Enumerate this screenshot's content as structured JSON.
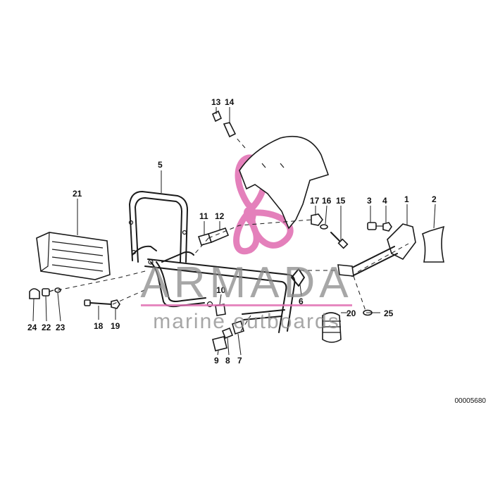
{
  "diagram": {
    "drawing_number": "00005680",
    "callouts": [
      "1",
      "2",
      "3",
      "4",
      "5",
      "6",
      "7",
      "8",
      "9",
      "10",
      "11",
      "12",
      "13",
      "14",
      "15",
      "16",
      "17",
      "19",
      "18",
      "20",
      "21",
      "22",
      "23",
      "24",
      "25"
    ]
  },
  "watermark": {
    "title": "ARMADA",
    "subtitle": "marine outboards",
    "accent_color": "#e06bb0",
    "text_color": "#8a8a8a"
  }
}
